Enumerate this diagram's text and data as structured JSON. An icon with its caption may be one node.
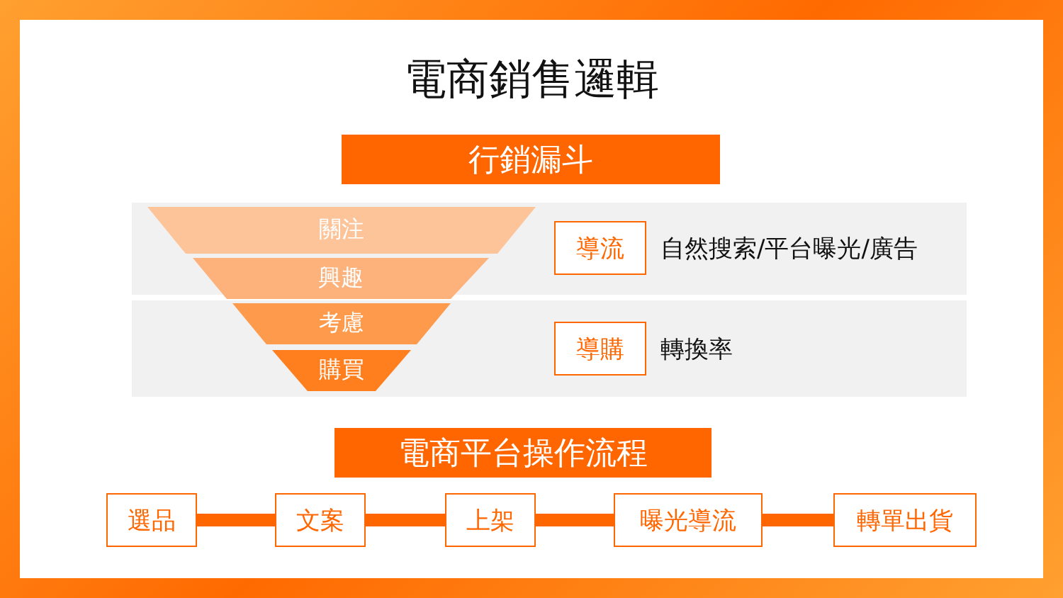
{
  "diagram": {
    "title": "電商銷售邏輯",
    "nodes": [
      {
        "text": [
          "行銷漏斗"
        ]
      },
      {
        "text": [],
        "shape": "box"
      },
      {
        "text": [
          "關注"
        ],
        "in": 1
      },
      {
        "text": [
          "興趣"
        ],
        "in": 1
      },
      {
        "text": [
          "導流"
        ],
        "in": 1,
        "beside": [
          "自然搜索/平台曝光/廣告"
        ]
      },
      {
        "text": [],
        "shape": "box"
      },
      {
        "text": [
          "考慮"
        ],
        "in": 5
      },
      {
        "text": [
          "購買"
        ],
        "in": 5
      },
      {
        "text": [
          "導購"
        ],
        "in": 5,
        "beside": [
          "轉換率"
        ]
      },
      {
        "text": [
          "電商平台操作流程"
        ]
      },
      {
        "text": [
          "選品"
        ]
      },
      {
        "text": [
          "文案"
        ]
      },
      {
        "text": [
          "上架"
        ]
      },
      {
        "text": [
          "曝光導流"
        ]
      },
      {
        "text": [
          "轉單出貨"
        ]
      }
    ],
    "edges": [
      {
        "from": 10,
        "to": 11,
        "arrow": "none"
      },
      {
        "from": 11,
        "to": 12,
        "arrow": "none"
      },
      {
        "from": 12,
        "to": 13,
        "arrow": "none"
      },
      {
        "from": 13,
        "to": 14,
        "arrow": "none"
      }
    ]
  }
}
